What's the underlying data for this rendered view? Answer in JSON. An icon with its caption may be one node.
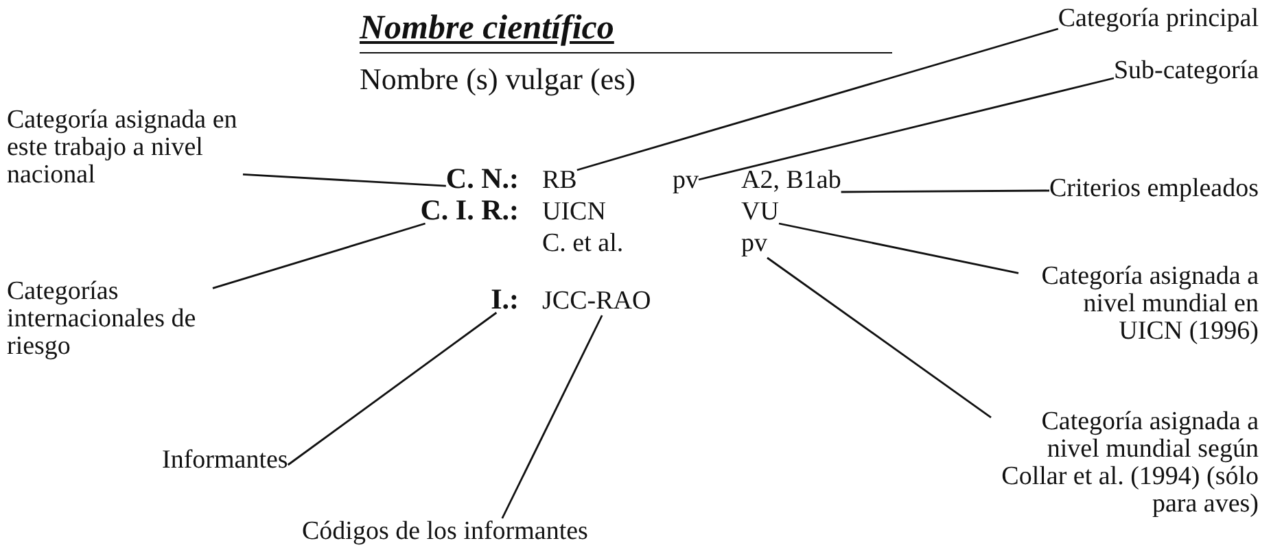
{
  "diagram": {
    "nodes": [
      {
        "text": [
          "Categoría principal"
        ]
      },
      {
        "text": [
          "Sub-categoría"
        ]
      },
      {
        "text": [
          "Categoría asignada en este trabajo a nivel nacional"
        ]
      },
      {
        "text": [
          "C. N.:"
        ]
      },
      {
        "text": [
          "RB"
        ]
      },
      {
        "text": [
          "pv"
        ]
      },
      {
        "text": [
          "A2, B1ab"
        ]
      },
      {
        "text": [
          "Criterios empleados"
        ]
      },
      {
        "text": [
          "C. I. R.:"
        ]
      },
      {
        "text": [
          "VU"
        ]
      },
      {
        "text": [
          "Categorías internacionales de riesgo"
        ]
      },
      {
        "text": [
          "Categoría asignada a nivel mundial en UICN (1996)"
        ]
      },
      {
        "text": [
          "pv"
        ]
      },
      {
        "text": [
          "I.:"
        ]
      },
      {
        "text": [
          "JCC-RAO"
        ]
      },
      {
        "text": [
          "Informantes"
        ]
      },
      {
        "text": [
          "Categoría asignada a nivel mundial según Collar et al. (1994) (sólo para aves)"
        ]
      },
      {
        "text": [
          "Códigos de los informantes"
        ]
      }
    ],
    "edges": [
      {
        "from": 0,
        "to": 4,
        "arrow": "none"
      },
      {
        "from": 1,
        "to": 5,
        "arrow": "none"
      },
      {
        "from": 2,
        "to": 3,
        "arrow": "none"
      },
      {
        "from": 7,
        "to": 6,
        "arrow": "none"
      },
      {
        "from": 10,
        "to": 8,
        "arrow": "none"
      },
      {
        "from": 11,
        "to": 9,
        "arrow": "none"
      },
      {
        "from": 15,
        "to": 13,
        "arrow": "none"
      },
      {
        "from": 17,
        "to": 14,
        "arrow": "none"
      },
      {
        "from": 16,
        "to": 12,
        "arrow": "none"
      }
    ],
    "labels": [
      "Nombre científico",
      "Nombre (s) vulgar (es)",
      "UICN",
      "C. et al."
    ]
  }
}
